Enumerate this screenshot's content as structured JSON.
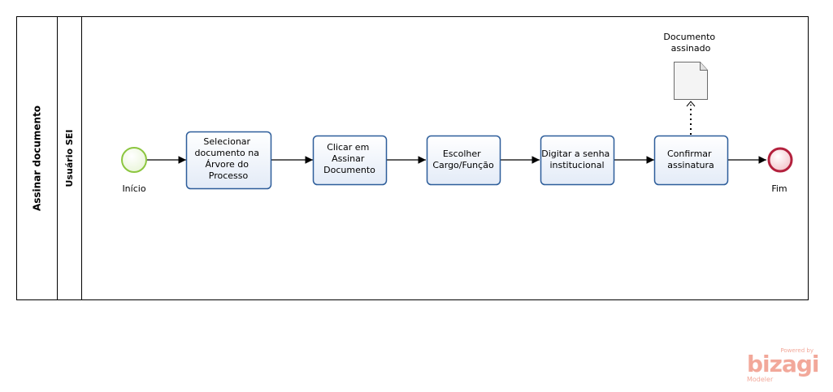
{
  "pool": {
    "title": "Assinar documento"
  },
  "lane": {
    "title": "Usuário SEI"
  },
  "events": {
    "start": {
      "label": "Início",
      "color": "#8cc63f"
    },
    "end": {
      "label": "Fim",
      "color": "#b3213d"
    }
  },
  "tasks": [
    {
      "id": "t1",
      "lines": [
        "Selecionar",
        "documento na",
        "Árvore do",
        "Processo"
      ]
    },
    {
      "id": "t2",
      "lines": [
        "Clicar em",
        "Assinar",
        "Documento"
      ]
    },
    {
      "id": "t3",
      "lines": [
        "Escolher",
        "Cargo/Função"
      ]
    },
    {
      "id": "t4",
      "lines": [
        "Digitar a senha",
        "institucional"
      ]
    },
    {
      "id": "t5",
      "lines": [
        "Confirmar",
        "assinatura"
      ]
    }
  ],
  "artifact": {
    "lines": [
      "Documento",
      "assinado"
    ]
  },
  "watermark": {
    "powered": "Powered by",
    "brand": "bizagi",
    "product": "Modeler"
  }
}
